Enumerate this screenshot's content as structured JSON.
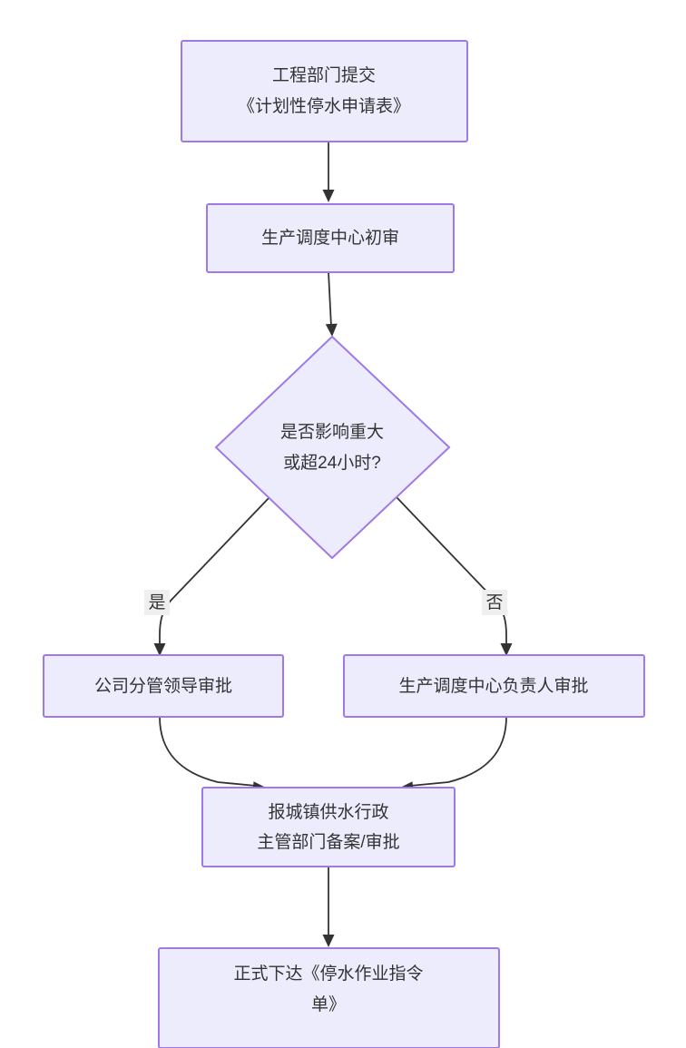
{
  "diagram": {
    "type": "flowchart",
    "direction": "top-to-bottom",
    "background_color": "#ffffff",
    "node_fill_color": "#ececfd",
    "node_border_color": "#9f79e8",
    "edge_color": "#333333",
    "text_color": "#333333",
    "edge_label_bg_color": "#efefef",
    "nodes": [
      {
        "id": "n1",
        "shape": "rectangle",
        "line1": "工程部门提交",
        "line2": "《计划性停水申请表》"
      },
      {
        "id": "n2",
        "shape": "rectangle",
        "line1": "生产调度中心初审",
        "line2": ""
      },
      {
        "id": "n3",
        "shape": "diamond",
        "line1": "是否影响重大",
        "line2": "或超24小时?"
      },
      {
        "id": "n4",
        "shape": "rectangle",
        "line1": "公司分管领导审批",
        "line2": ""
      },
      {
        "id": "n5",
        "shape": "rectangle",
        "line1": "生产调度中心负责人审批",
        "line2": ""
      },
      {
        "id": "n6",
        "shape": "rectangle",
        "line1": "报城镇供水行政",
        "line2": "主管部门备案/审批"
      },
      {
        "id": "n7",
        "shape": "rectangle",
        "line1": "正式下达《停水作业指令",
        "line2": "单》"
      }
    ],
    "edges": [
      {
        "id": "e1",
        "from": "n1",
        "to": "n2",
        "label": ""
      },
      {
        "id": "e2",
        "from": "n2",
        "to": "n3",
        "label": ""
      },
      {
        "id": "e3",
        "from": "n3",
        "to": "n4",
        "label": "是"
      },
      {
        "id": "e4",
        "from": "n3",
        "to": "n5",
        "label": "否"
      },
      {
        "id": "e5",
        "from": "n4",
        "to": "n6",
        "label": ""
      },
      {
        "id": "e6",
        "from": "n5",
        "to": "n6",
        "label": ""
      },
      {
        "id": "e7",
        "from": "n6",
        "to": "n7",
        "label": ""
      }
    ]
  }
}
